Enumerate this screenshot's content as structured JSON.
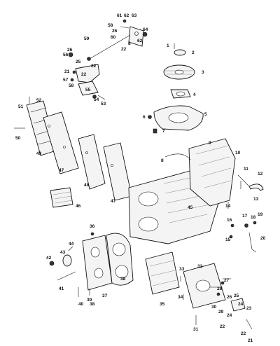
{
  "diagram": {
    "callouts": [
      {
        "id": "c61",
        "text": "61"
      },
      {
        "id": "c62a",
        "text": "62"
      },
      {
        "id": "c63",
        "text": "63"
      },
      {
        "id": "c58",
        "text": "58"
      },
      {
        "id": "c26a",
        "text": "26"
      },
      {
        "id": "c64",
        "text": "64"
      },
      {
        "id": "c59",
        "text": "59"
      },
      {
        "id": "c60",
        "text": "60"
      },
      {
        "id": "c22a",
        "text": "22"
      },
      {
        "id": "c8a",
        "text": "8"
      },
      {
        "id": "c62b",
        "text": "62"
      },
      {
        "id": "c56",
        "text": "56"
      },
      {
        "id": "c26b",
        "text": "26"
      },
      {
        "id": "c25",
        "text": "25"
      },
      {
        "id": "c22b",
        "text": "22"
      },
      {
        "id": "c21a",
        "text": "21"
      },
      {
        "id": "c22c",
        "text": "22"
      },
      {
        "id": "c57",
        "text": "57"
      },
      {
        "id": "c58b",
        "text": "58"
      },
      {
        "id": "c55",
        "text": "55"
      },
      {
        "id": "c54",
        "text": "54"
      },
      {
        "id": "c53",
        "text": "53"
      },
      {
        "id": "c52",
        "text": "52"
      },
      {
        "id": "c51",
        "text": "51"
      },
      {
        "id": "c50",
        "text": "50"
      },
      {
        "id": "c49",
        "text": "49"
      },
      {
        "id": "c47a",
        "text": "47"
      },
      {
        "id": "c48",
        "text": "48"
      },
      {
        "id": "c47b",
        "text": "47"
      },
      {
        "id": "c46",
        "text": "46"
      },
      {
        "id": "c1",
        "text": "1"
      },
      {
        "id": "c2",
        "text": "2"
      },
      {
        "id": "c3",
        "text": "3"
      },
      {
        "id": "c4",
        "text": "4"
      },
      {
        "id": "c5",
        "text": "5"
      },
      {
        "id": "c6",
        "text": "6"
      },
      {
        "id": "c7",
        "text": "7"
      },
      {
        "id": "c8b",
        "text": "8"
      },
      {
        "id": "c9",
        "text": "9"
      },
      {
        "id": "c10",
        "text": "10"
      },
      {
        "id": "c11",
        "text": "11"
      },
      {
        "id": "c12",
        "text": "12"
      },
      {
        "id": "c13",
        "text": "13"
      },
      {
        "id": "c14",
        "text": "14"
      },
      {
        "id": "c45",
        "text": "45"
      },
      {
        "id": "c17",
        "text": "17"
      },
      {
        "id": "c18",
        "text": "18"
      },
      {
        "id": "c19",
        "text": "19"
      },
      {
        "id": "c16",
        "text": "16"
      },
      {
        "id": "c15",
        "text": "15"
      },
      {
        "id": "c20",
        "text": "20"
      },
      {
        "id": "c36",
        "text": "36"
      },
      {
        "id": "c44",
        "text": "44"
      },
      {
        "id": "c43",
        "text": "43"
      },
      {
        "id": "c42",
        "text": "42"
      },
      {
        "id": "c41",
        "text": "41"
      },
      {
        "id": "c37",
        "text": "37"
      },
      {
        "id": "c40",
        "text": "40"
      },
      {
        "id": "c39",
        "text": "39"
      },
      {
        "id": "c38a",
        "text": "38"
      },
      {
        "id": "c38b",
        "text": "38"
      },
      {
        "id": "c35",
        "text": "35"
      },
      {
        "id": "c33",
        "text": "33"
      },
      {
        "id": "c32",
        "text": "32"
      },
      {
        "id": "c34",
        "text": "34"
      },
      {
        "id": "c27",
        "text": "27"
      },
      {
        "id": "c28",
        "text": "28"
      },
      {
        "id": "c26c",
        "text": "26"
      },
      {
        "id": "c25b",
        "text": "25"
      },
      {
        "id": "c24a",
        "text": "24"
      },
      {
        "id": "c23",
        "text": "23"
      },
      {
        "id": "c30",
        "text": "30"
      },
      {
        "id": "c29",
        "text": "29"
      },
      {
        "id": "c24b",
        "text": "24"
      },
      {
        "id": "c22d",
        "text": "22"
      },
      {
        "id": "c31",
        "text": "31"
      },
      {
        "id": "c22e",
        "text": "22"
      },
      {
        "id": "c21b",
        "text": "21"
      }
    ]
  }
}
